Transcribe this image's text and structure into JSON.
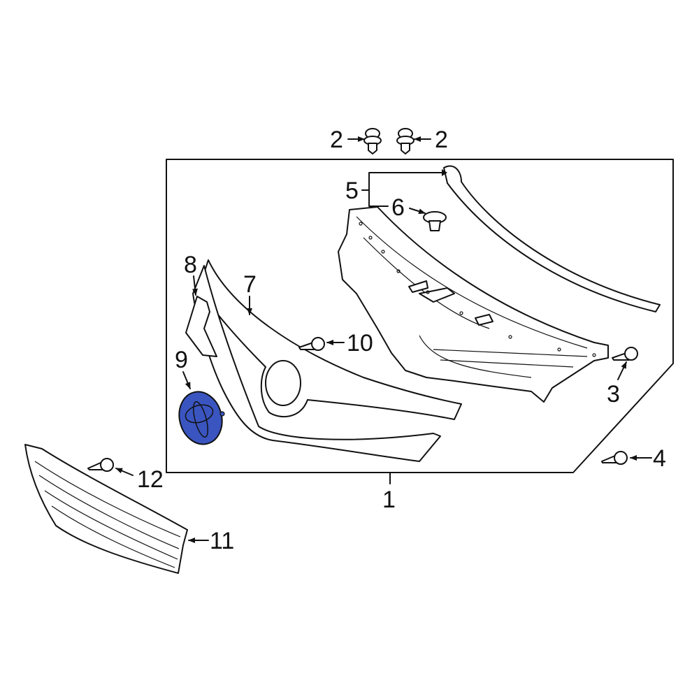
{
  "diagram": {
    "type": "exploded-parts-diagram",
    "highlight_color": "#3a55c0",
    "line_color": "#111111",
    "callouts": [
      {
        "id": "1",
        "label": "1",
        "part": "grille-assembly-bracket"
      },
      {
        "id": "2a",
        "label": "2",
        "part": "push-clip"
      },
      {
        "id": "2b",
        "label": "2",
        "part": "push-clip"
      },
      {
        "id": "3",
        "label": "3",
        "part": "screw"
      },
      {
        "id": "4",
        "label": "4",
        "part": "screw"
      },
      {
        "id": "5",
        "label": "5",
        "part": "molding-strip"
      },
      {
        "id": "6",
        "label": "6",
        "part": "clip"
      },
      {
        "id": "7",
        "label": "7",
        "part": "upper-grille-cover"
      },
      {
        "id": "8",
        "label": "8",
        "part": "side-trim"
      },
      {
        "id": "9",
        "label": "9",
        "part": "emblem",
        "highlighted": true
      },
      {
        "id": "10",
        "label": "10",
        "part": "screw"
      },
      {
        "id": "11",
        "label": "11",
        "part": "lower-grille"
      },
      {
        "id": "12",
        "label": "12",
        "part": "screw"
      }
    ]
  }
}
